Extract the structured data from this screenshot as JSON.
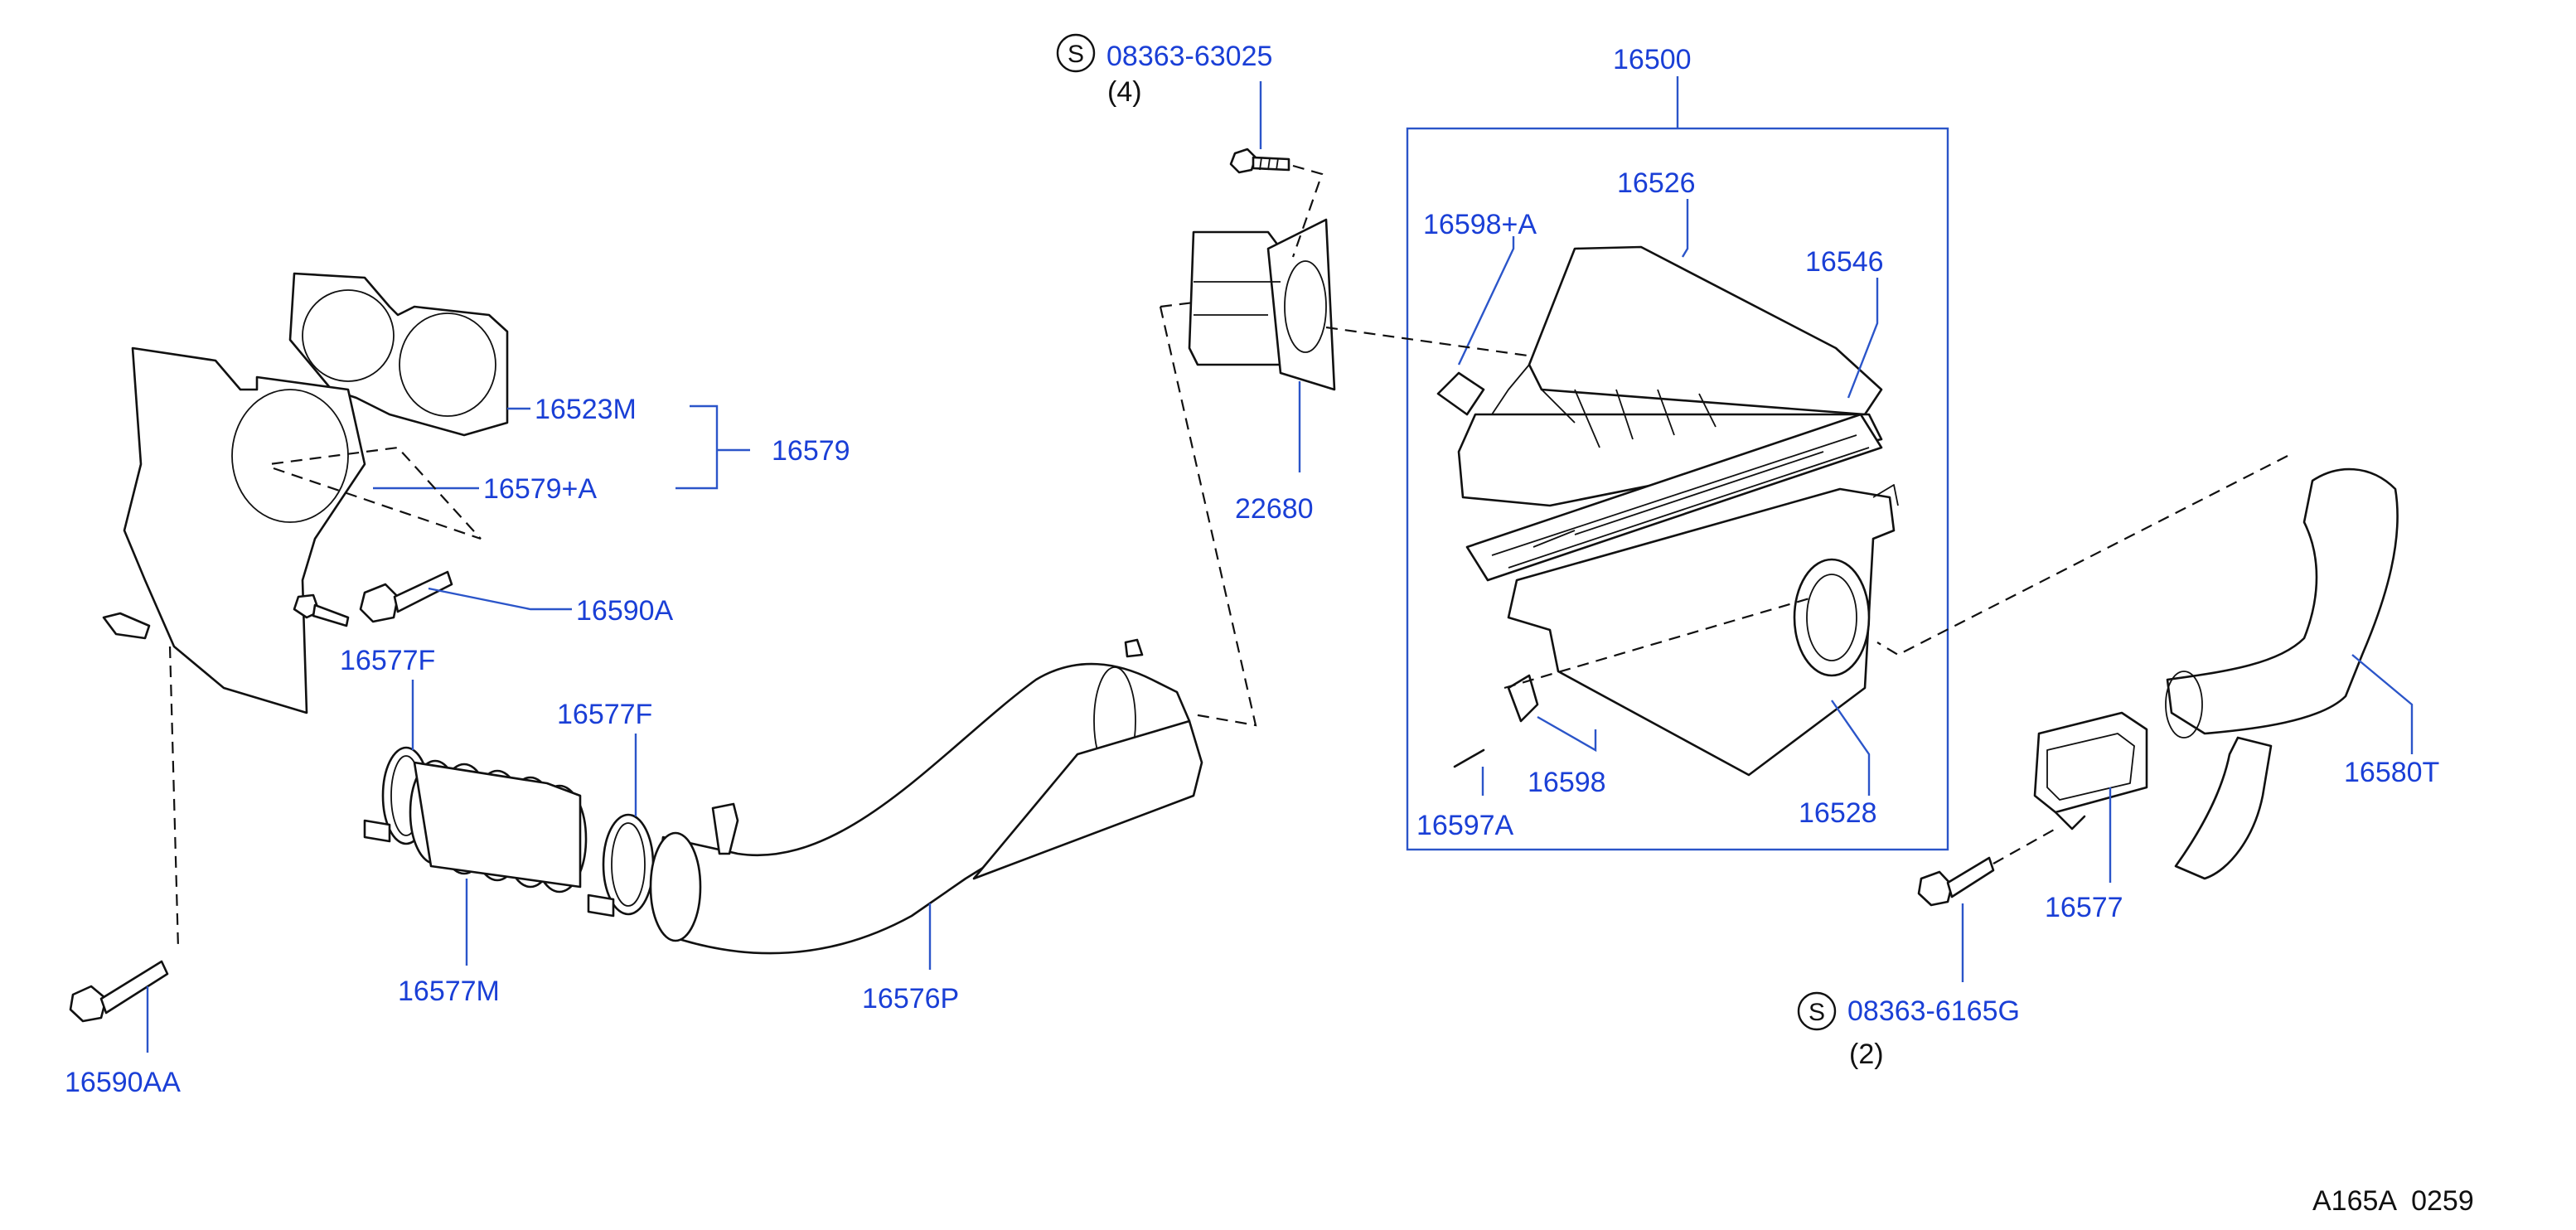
{
  "diagram": {
    "parts": [
      {
        "id": "p16500",
        "number": "16500"
      },
      {
        "id": "p16526",
        "number": "16526"
      },
      {
        "id": "p16546",
        "number": "16546"
      },
      {
        "id": "p16598A",
        "number": "16598+A"
      },
      {
        "id": "p16598",
        "number": "16598"
      },
      {
        "id": "p16597A",
        "number": "16597A"
      },
      {
        "id": "p16528",
        "number": "16528"
      },
      {
        "id": "p22680",
        "number": "22680"
      },
      {
        "id": "p16523M",
        "number": "16523M"
      },
      {
        "id": "p16579",
        "number": "16579"
      },
      {
        "id": "p16579A",
        "number": "16579+A"
      },
      {
        "id": "p16590A",
        "number": "16590A"
      },
      {
        "id": "p16577F_1",
        "number": "16577F"
      },
      {
        "id": "p16577F_2",
        "number": "16577F"
      },
      {
        "id": "p16577M",
        "number": "16577M"
      },
      {
        "id": "p16576P",
        "number": "16576P"
      },
      {
        "id": "p16590AA",
        "number": "16590AA"
      },
      {
        "id": "p16580T",
        "number": "16580T"
      },
      {
        "id": "p16577",
        "number": "16577"
      }
    ],
    "standard_parts": [
      {
        "id": "s1",
        "symbol": "S",
        "number": "08363-63025",
        "qty": "(4)"
      },
      {
        "id": "s2",
        "symbol": "S",
        "number": "08363-6165G",
        "qty": "(2)"
      }
    ],
    "illustration_code": "A165A  0259"
  }
}
